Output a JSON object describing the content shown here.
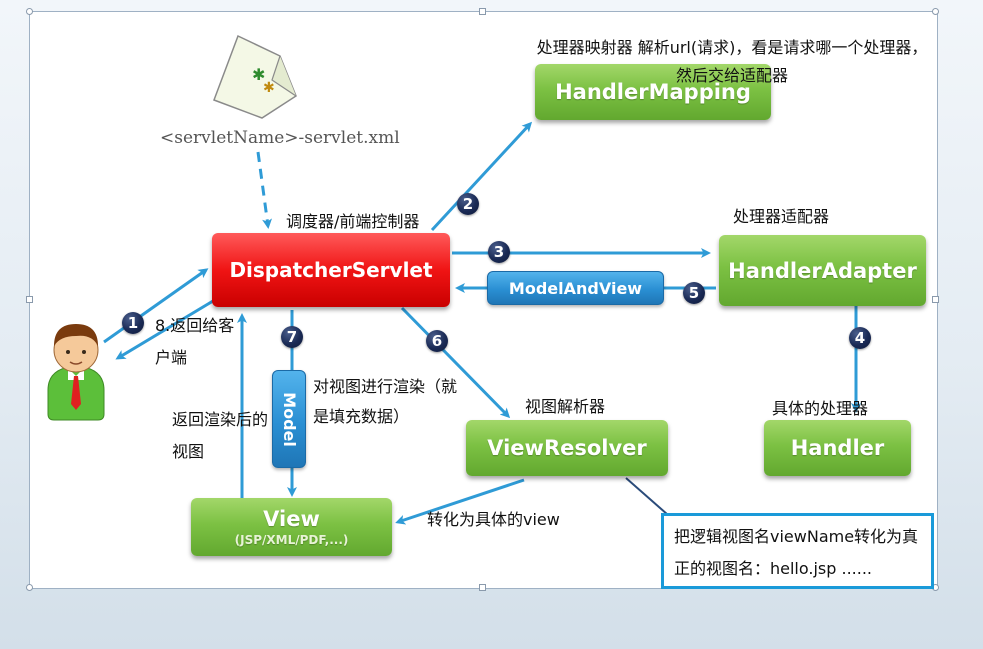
{
  "file_label": "<servletName>-servlet.xml",
  "components": {
    "dispatcher": "DispatcherServlet",
    "handler_mapping": "HandlerMapping",
    "handler_adapter": "HandlerAdapter",
    "handler": "Handler",
    "view_resolver": "ViewResolver",
    "view": "View",
    "view_types": "(JSP/XML/PDF,...)",
    "model_and_view": "ModelAndView",
    "model": "Model"
  },
  "labels": {
    "mapping_desc": "处理器映射器 解析url(请求)，看是请求哪一个处理器，然后交给适配器",
    "dispatcher_desc": "调度器/前端控制器",
    "adapter_desc": "处理器适配器",
    "handler_desc": "具体的处理器",
    "resolver_desc": "视图解析器",
    "return_to_client": "8.返回给客户端",
    "render_desc": "对视图进行渲染（就是填充数据）",
    "return_view": "返回渲染后的视图",
    "to_view": "转化为具体的view",
    "note": "把逻辑视图名viewName转化为真正的视图名：hello.jsp ......"
  },
  "steps": [
    "1",
    "2",
    "3",
    "4",
    "5",
    "6",
    "7"
  ],
  "colors": {
    "arrow": "#2f9bd6",
    "green": "#7cc143",
    "red": "#f01414",
    "blue": "#2a8fd3",
    "step_badge": "#1a2a55"
  }
}
